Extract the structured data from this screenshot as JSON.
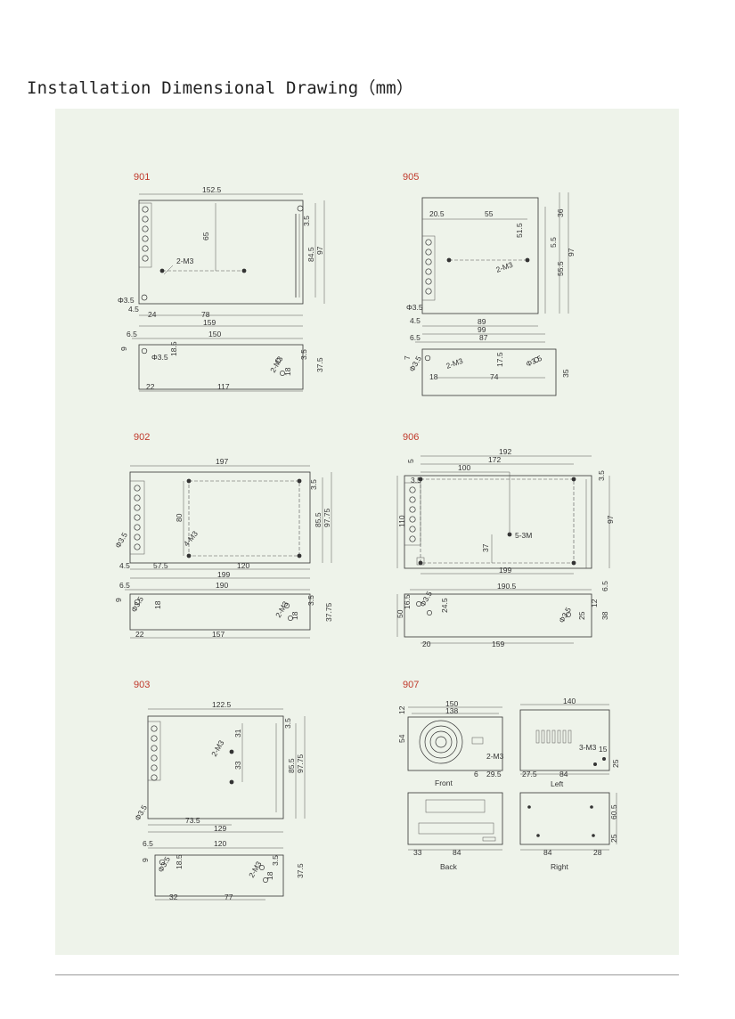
{
  "title": "Installation Dimensional Drawing（mm）",
  "models": [
    {
      "id": "901",
      "dims": [
        "152.5",
        "65",
        "3.5",
        "84.5",
        "97",
        "2-M3",
        "Φ3.5",
        "4.5",
        "24",
        "78",
        "159",
        "6.5",
        "150",
        "9",
        "Φ3.5",
        "18.5",
        "3.5",
        "18",
        "37.5",
        "2-M3",
        "22",
        "117"
      ]
    },
    {
      "id": "902",
      "dims": [
        "197",
        "80",
        "3.5",
        "85.5",
        "97.75",
        "4-M3",
        "Φ3.5",
        "4.5",
        "57.5",
        "120",
        "199",
        "6.5",
        "190",
        "9",
        "Φ3.5",
        "18",
        "3.5",
        "18",
        "37.75",
        "2-M3",
        "22",
        "157"
      ]
    },
    {
      "id": "903",
      "dims": [
        "122.5",
        "31",
        "33",
        "3.5",
        "85.5",
        "97.75",
        "2-M3",
        "Φ3.5",
        "73.5",
        "129",
        "6.5",
        "120",
        "9",
        "Φ3.5",
        "18.5",
        "3.5",
        "18",
        "37.5",
        "2-M3",
        "32",
        "77"
      ]
    },
    {
      "id": "905",
      "dims": [
        "20.5",
        "55",
        "51.5",
        "36",
        "97",
        "55.5",
        "5.5",
        "2-M3",
        "Φ3.5",
        "4.5",
        "89",
        "99",
        "6.5",
        "87",
        "7",
        "Φ3.5",
        "2-M3",
        "17.5",
        "Φ3.5",
        "35",
        "18",
        "74"
      ]
    },
    {
      "id": "906",
      "dims": [
        "192",
        "172",
        "100",
        "5",
        "3.5",
        "3.5",
        "97",
        "110",
        "5-3M",
        "37",
        "199",
        "190.5",
        "12",
        "6.5",
        "50",
        "16.5",
        "Φ3.5",
        "24.5",
        "Φ3.5",
        "25",
        "38",
        "20",
        "159"
      ]
    },
    {
      "id": "907",
      "dims": [
        "150",
        "138",
        "12",
        "54",
        "2-M3",
        "6",
        "29.5",
        "140",
        "3-M3",
        "27.5",
        "84",
        "15",
        "25",
        "33",
        "84",
        "60.5",
        "84",
        "28",
        "25"
      ],
      "views": [
        "Front",
        "Left",
        "Back",
        "Right"
      ]
    }
  ]
}
